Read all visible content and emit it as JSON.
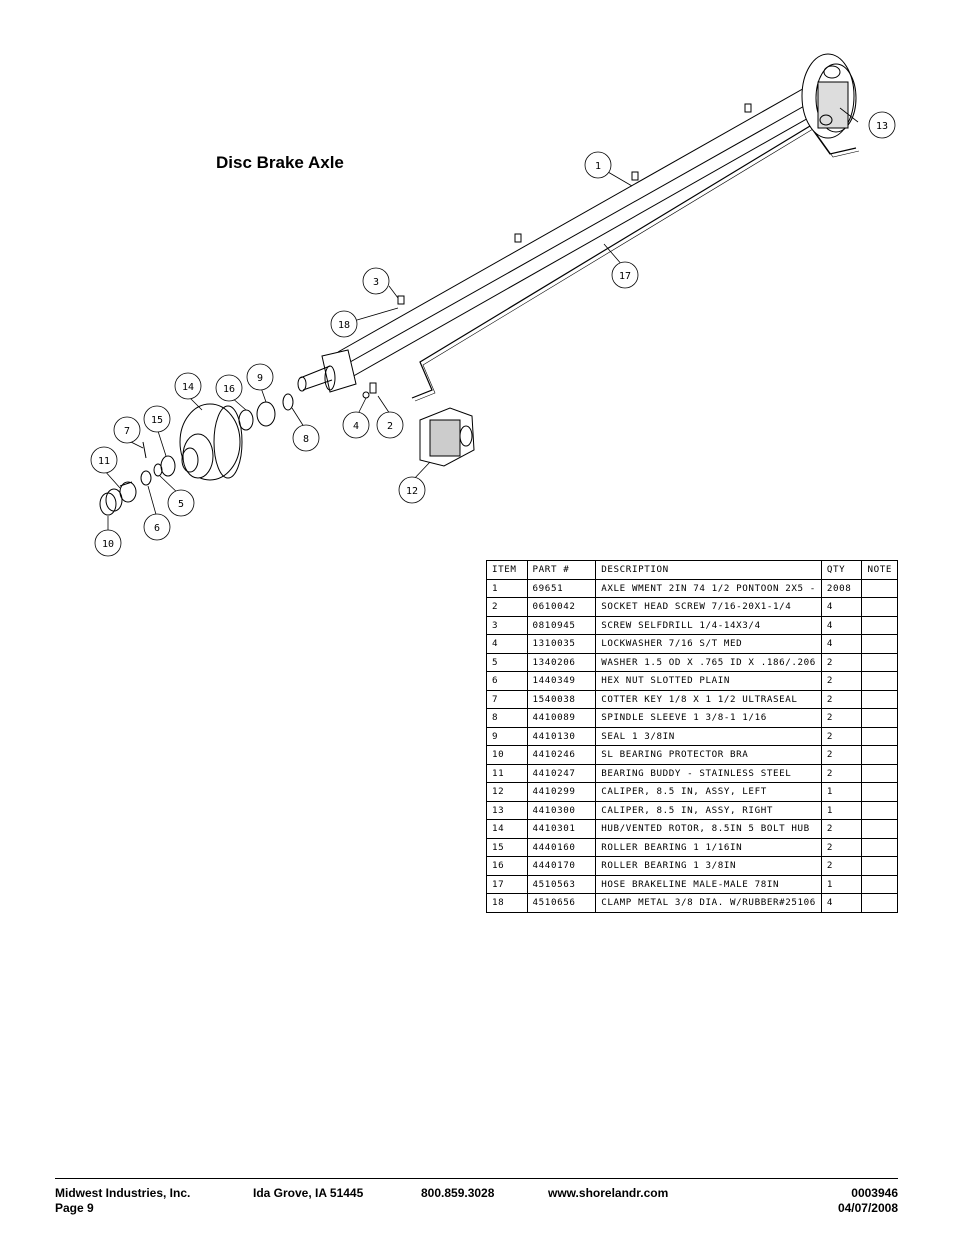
{
  "title": "Disc Brake Axle",
  "diagram": {
    "balloons": [
      "1",
      "2",
      "3",
      "4",
      "5",
      "6",
      "7",
      "8",
      "9",
      "10",
      "11",
      "12",
      "13",
      "14",
      "15",
      "16",
      "17",
      "18"
    ]
  },
  "table": {
    "headers": [
      "ITEM",
      "PART #",
      "DESCRIPTION",
      "QTY",
      "NOTE"
    ],
    "rows": [
      [
        "1",
        "69651",
        "AXLE WMENT 2IN  74 1/2 PONTOON 2X5 -",
        "2008",
        ""
      ],
      [
        "2",
        "0610042",
        "SOCKET HEAD SCREW 7/16-20X1-1/4",
        "4",
        ""
      ],
      [
        "3",
        "0810945",
        "SCREW SELFDRILL  1/4-14X3/4",
        "4",
        ""
      ],
      [
        "4",
        "1310035",
        "LOCKWASHER 7/16 S/T MED",
        "4",
        ""
      ],
      [
        "5",
        "1340206",
        "WASHER 1.5 OD X .765 ID X .186/.206",
        "2",
        ""
      ],
      [
        "6",
        "1440349",
        "HEX NUT SLOTTED PLAIN",
        "2",
        ""
      ],
      [
        "7",
        "1540038",
        "COTTER KEY 1/8 X 1 1/2 ULTRASEAL",
        "2",
        ""
      ],
      [
        "8",
        "4410089",
        "SPINDLE SLEEVE  1 3/8-1 1/16",
        "2",
        ""
      ],
      [
        "9",
        "4410130",
        "SEAL  1 3/8IN",
        "2",
        ""
      ],
      [
        "10",
        "4410246",
        "SL BEARING PROTECTOR BRA",
        "2",
        ""
      ],
      [
        "11",
        "4410247",
        "BEARING BUDDY - STAINLESS STEEL",
        "2",
        ""
      ],
      [
        "12",
        "4410299",
        "CALIPER, 8.5 IN, ASSY, LEFT",
        "1",
        ""
      ],
      [
        "13",
        "4410300",
        "CALIPER, 8.5 IN, ASSY, RIGHT",
        "1",
        ""
      ],
      [
        "14",
        "4410301",
        "HUB/VENTED ROTOR, 8.5IN  5 BOLT HUB",
        "2",
        ""
      ],
      [
        "15",
        "4440160",
        "ROLLER BEARING   1 1/16IN",
        "2",
        ""
      ],
      [
        "16",
        "4440170",
        "ROLLER BEARING   1 3/8IN",
        "2",
        ""
      ],
      [
        "17",
        "4510563",
        "HOSE BRAKELINE MALE-MALE 78IN",
        "1",
        ""
      ],
      [
        "18",
        "4510656",
        "CLAMP METAL 3/8 DIA. W/RUBBER#25106",
        "4",
        ""
      ]
    ]
  },
  "footer": {
    "company": "Midwest Industries, Inc.",
    "page": "Page 9",
    "address": "Ida Grove, IA  51445",
    "phone": "800.859.3028",
    "website": "www.shorelandr.com",
    "doc_number": "0003946",
    "date": "04/07/2008"
  }
}
